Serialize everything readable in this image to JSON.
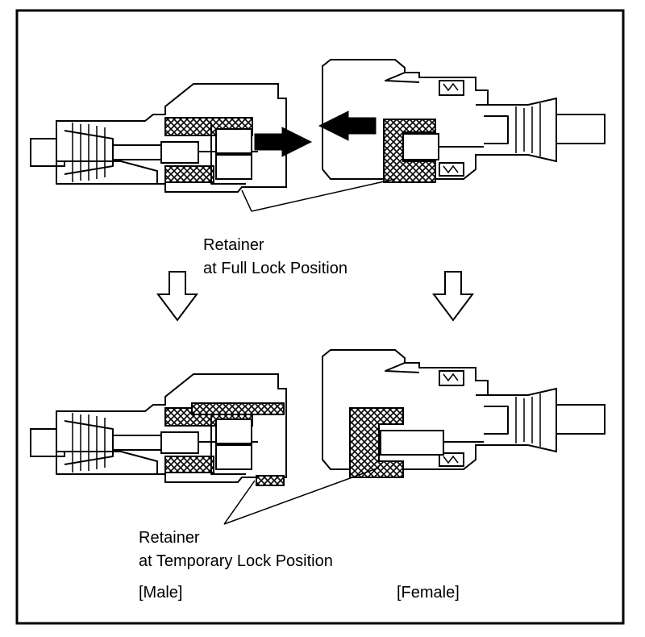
{
  "labels": {
    "full_lock": [
      "Retainer",
      "at Full Lock Position"
    ],
    "temporary_lock": [
      "Retainer",
      "at Temporary Lock Position"
    ],
    "male": "[Male]",
    "female": "[Female]"
  },
  "colors": {
    "line": "#000000",
    "background": "#ffffff"
  }
}
